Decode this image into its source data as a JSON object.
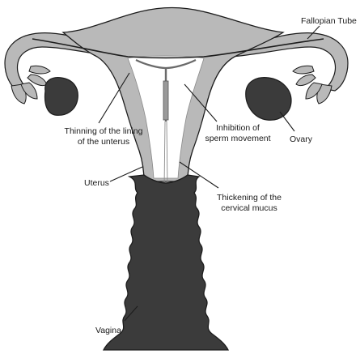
{
  "colors": {
    "uterus_gray": "#b9b9b9",
    "dark": "#3b3b3b",
    "outline": "#1c1c1c",
    "white": "#ffffff"
  },
  "labels": {
    "fallopian_tube": "Fallopian Tube",
    "thinning": [
      "Thinning of the lining",
      "of the unterus"
    ],
    "inhibition": [
      "Inhibition of",
      "sperm movement"
    ],
    "ovary": "Ovary",
    "uterus": "Uterus",
    "thickening": [
      "Thickening of the",
      "cervical mucus"
    ],
    "vagina": "Vagina"
  }
}
